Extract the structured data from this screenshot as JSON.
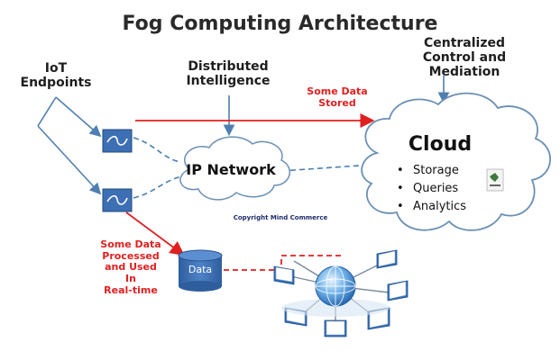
{
  "title": "Fog Computing Architecture",
  "labels": {
    "iot_endpoints": "IoT\nEndpoints",
    "distributed_intelligence": "Distributed\nIntelligence",
    "centralized_control": "Centralized\nControl and Mediation",
    "some_data_stored": "Some Data\nStored",
    "ip_network": "IP Network",
    "copyright": "Copyright Mind Commerce",
    "some_data_processed": "Some Data\nProcessed\nand Used\nIn\nReal-time",
    "data": "Data"
  },
  "cloud": {
    "title": "Cloud",
    "items": [
      "Storage",
      "Queries",
      "Analytics"
    ],
    "bullet": "•"
  },
  "colors": {
    "red_arrow": "#e02020",
    "blue_node": "#3d6fb5",
    "dashed_link": "#4a7fb0",
    "cloud_stroke": "#6a8fb4"
  },
  "icons": [
    "signal-wave-icon",
    "database-icon",
    "globe-network-icon",
    "mind-commerce-logo"
  ]
}
